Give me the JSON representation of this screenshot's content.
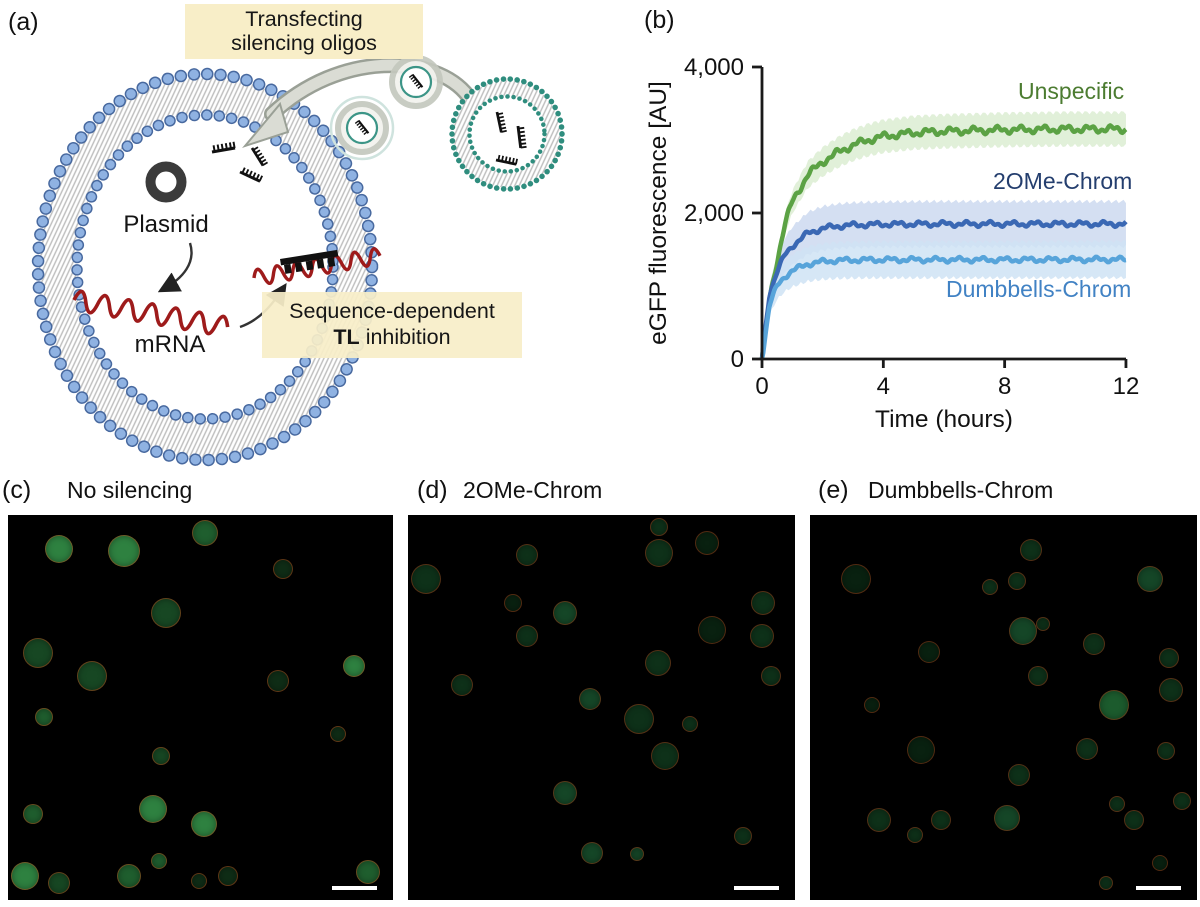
{
  "figure": {
    "panel_a": {
      "label": "(a)",
      "callout_top": {
        "line1": "Transfecting",
        "line2": "silencing oligos",
        "bg": "#f8eec8"
      },
      "callout_bottom": {
        "line1": "Sequence-dependent",
        "bold": "TL",
        "rest": "inhibition",
        "bg": "#f8eec8"
      },
      "plasmid_label": "Plasmid",
      "mrna_label": "mRNA"
    },
    "panel_b": {
      "label": "(b)"
    },
    "panel_c": {
      "label": "(c)",
      "title": "No silencing",
      "palette": [
        "#2e8140",
        "#1f5e2e",
        "#174723",
        "#0f2d16"
      ],
      "rim": "rgba(160,62,22,0.55)",
      "circles": [
        [
          13.0,
          8.6,
          13,
          0
        ],
        [
          29.9,
          9.1,
          15,
          0
        ],
        [
          50.9,
          4.4,
          12,
          1
        ],
        [
          71.2,
          13.8,
          9,
          3
        ],
        [
          40.8,
          25.2,
          14,
          2
        ],
        [
          7.5,
          35.6,
          14,
          2
        ],
        [
          21.6,
          41.6,
          14,
          2
        ],
        [
          89.6,
          39.0,
          10,
          0
        ],
        [
          69.9,
          42.9,
          10,
          3
        ],
        [
          9.1,
          52.2,
          8,
          1
        ],
        [
          85.5,
          56.6,
          7,
          3
        ],
        [
          39.5,
          62.3,
          8,
          2
        ],
        [
          6.2,
          77.4,
          9,
          1
        ],
        [
          37.4,
          76.1,
          13,
          0
        ],
        [
          50.6,
          80.0,
          12,
          0
        ],
        [
          4.2,
          93.5,
          13,
          0
        ],
        [
          13.0,
          95.3,
          10,
          2
        ],
        [
          31.2,
          93.5,
          11,
          1
        ],
        [
          39.0,
          89.6,
          7,
          1
        ],
        [
          49.4,
          94.8,
          7,
          3
        ],
        [
          56.9,
          93.5,
          9,
          3
        ],
        [
          93.2,
          92.5,
          11,
          1
        ]
      ]
    },
    "panel_d": {
      "label": "(d)",
      "title": "2OMe-Chrom",
      "palette": [
        "#1c5b2d",
        "#154627",
        "#0e3119",
        "#092110"
      ],
      "rim": "rgba(130,48,18,0.6)",
      "circles": [
        [
          4.4,
          16.4,
          14,
          2
        ],
        [
          30.4,
          10.1,
          10,
          2
        ],
        [
          64.7,
          2.9,
          8,
          2
        ],
        [
          64.7,
          9.6,
          13,
          2
        ],
        [
          77.1,
          7.0,
          11,
          3
        ],
        [
          26.8,
          22.6,
          8,
          3
        ],
        [
          40.3,
          25.2,
          11,
          1
        ],
        [
          91.4,
          22.6,
          11,
          2
        ],
        [
          78.4,
          29.6,
          13,
          3
        ],
        [
          91.2,
          31.2,
          11,
          2
        ],
        [
          30.6,
          31.2,
          10,
          2
        ],
        [
          64.4,
          38.2,
          12,
          2
        ],
        [
          93.5,
          41.6,
          9,
          2
        ],
        [
          13.8,
          43.9,
          10,
          2
        ],
        [
          46.8,
          47.5,
          10,
          1
        ],
        [
          59.5,
          52.7,
          14,
          2
        ],
        [
          72.7,
          54.0,
          7,
          2
        ],
        [
          66.2,
          62.3,
          13,
          2
        ],
        [
          40.3,
          71.9,
          11,
          1
        ],
        [
          86.2,
          83.1,
          8,
          2
        ],
        [
          47.3,
          87.5,
          10,
          1
        ],
        [
          59.0,
          87.8,
          6,
          1
        ]
      ]
    },
    "panel_e": {
      "label": "(e)",
      "title": "Dumbbells-Chrom",
      "palette": [
        "#1c5b2d",
        "#154627",
        "#0e3119",
        "#092110"
      ],
      "rim": "rgba(130,48,18,0.6)",
      "circles": [
        [
          11.7,
          16.4,
          14,
          3
        ],
        [
          56.9,
          8.8,
          10,
          2
        ],
        [
          46.2,
          18.4,
          7,
          2
        ],
        [
          53.2,
          16.9,
          8,
          2
        ],
        [
          87.5,
          16.4,
          12,
          1
        ],
        [
          54.8,
          29.9,
          13,
          1
        ],
        [
          60.0,
          28.1,
          6,
          2
        ],
        [
          73.2,
          33.2,
          10,
          2
        ],
        [
          30.4,
          35.3,
          10,
          3
        ],
        [
          92.5,
          36.9,
          9,
          2
        ],
        [
          58.7,
          41.6,
          9,
          2
        ],
        [
          93.0,
          45.2,
          11,
          2
        ],
        [
          78.2,
          49.1,
          14,
          0
        ],
        [
          15.8,
          49.1,
          7,
          3
        ],
        [
          28.3,
          60.8,
          13,
          3
        ],
        [
          71.4,
          60.5,
          10,
          2
        ],
        [
          91.7,
          61.0,
          8,
          2
        ],
        [
          53.8,
          67.3,
          10,
          2
        ],
        [
          79.0,
          74.8,
          7,
          2
        ],
        [
          95.8,
          74.0,
          8,
          2
        ],
        [
          17.7,
          79.0,
          11,
          2
        ],
        [
          33.5,
          79.0,
          9,
          2
        ],
        [
          50.6,
          78.4,
          12,
          1
        ],
        [
          83.4,
          79.0,
          9,
          2
        ],
        [
          26.8,
          82.9,
          7,
          2
        ],
        [
          90.1,
          90.1,
          7,
          3
        ],
        [
          76.1,
          95.3,
          6,
          2
        ]
      ]
    }
  },
  "chart_data": {
    "type": "line",
    "title": "",
    "xlabel": "Time (hours)",
    "ylabel": "eGFP fluorescence [AU]",
    "xlim": [
      0,
      12
    ],
    "ylim": [
      0,
      4000
    ],
    "xticks": [
      0,
      4,
      8,
      12
    ],
    "xtick_labels": [
      "0",
      "4",
      "8",
      "12"
    ],
    "yticks": [
      0,
      2000,
      4000
    ],
    "ytick_labels": [
      "0",
      "2,000",
      "4,000"
    ],
    "grid": false,
    "legend": "inline-labels",
    "x": [
      0,
      0.25,
      0.5,
      0.75,
      1,
      1.5,
      2,
      2.5,
      3,
      3.5,
      4,
      5,
      6,
      7,
      8,
      9,
      10,
      11,
      12
    ],
    "series": [
      {
        "name": "Unspecific",
        "color": "#5ba244",
        "band_color": "#dcedd2",
        "label_color": "#4c7c31",
        "band_halfwidth": 240,
        "noise_au": 55,
        "y": [
          0,
          800,
          1350,
          1850,
          2150,
          2520,
          2700,
          2830,
          2930,
          3000,
          3050,
          3100,
          3120,
          3130,
          3140,
          3145,
          3150,
          3150,
          3150
        ]
      },
      {
        "name": "2OMe-Chrom",
        "color": "#3a68b4",
        "band_color": "#ccd9f0",
        "label_color": "#243e6e",
        "band_halfwidth": 320,
        "noise_au": 40,
        "y": [
          0,
          900,
          1200,
          1420,
          1550,
          1720,
          1790,
          1820,
          1835,
          1840,
          1845,
          1848,
          1850,
          1850,
          1850,
          1850,
          1850,
          1850,
          1850
        ]
      },
      {
        "name": "Dumbbells-Chrom",
        "color": "#57a4da",
        "band_color": "#cfe3f4",
        "label_color": "#4182c4",
        "band_halfwidth": 260,
        "noise_au": 38,
        "y": [
          0,
          750,
          1000,
          1130,
          1210,
          1300,
          1335,
          1350,
          1355,
          1358,
          1360,
          1360,
          1360,
          1360,
          1360,
          1360,
          1362,
          1363,
          1363
        ]
      }
    ]
  }
}
